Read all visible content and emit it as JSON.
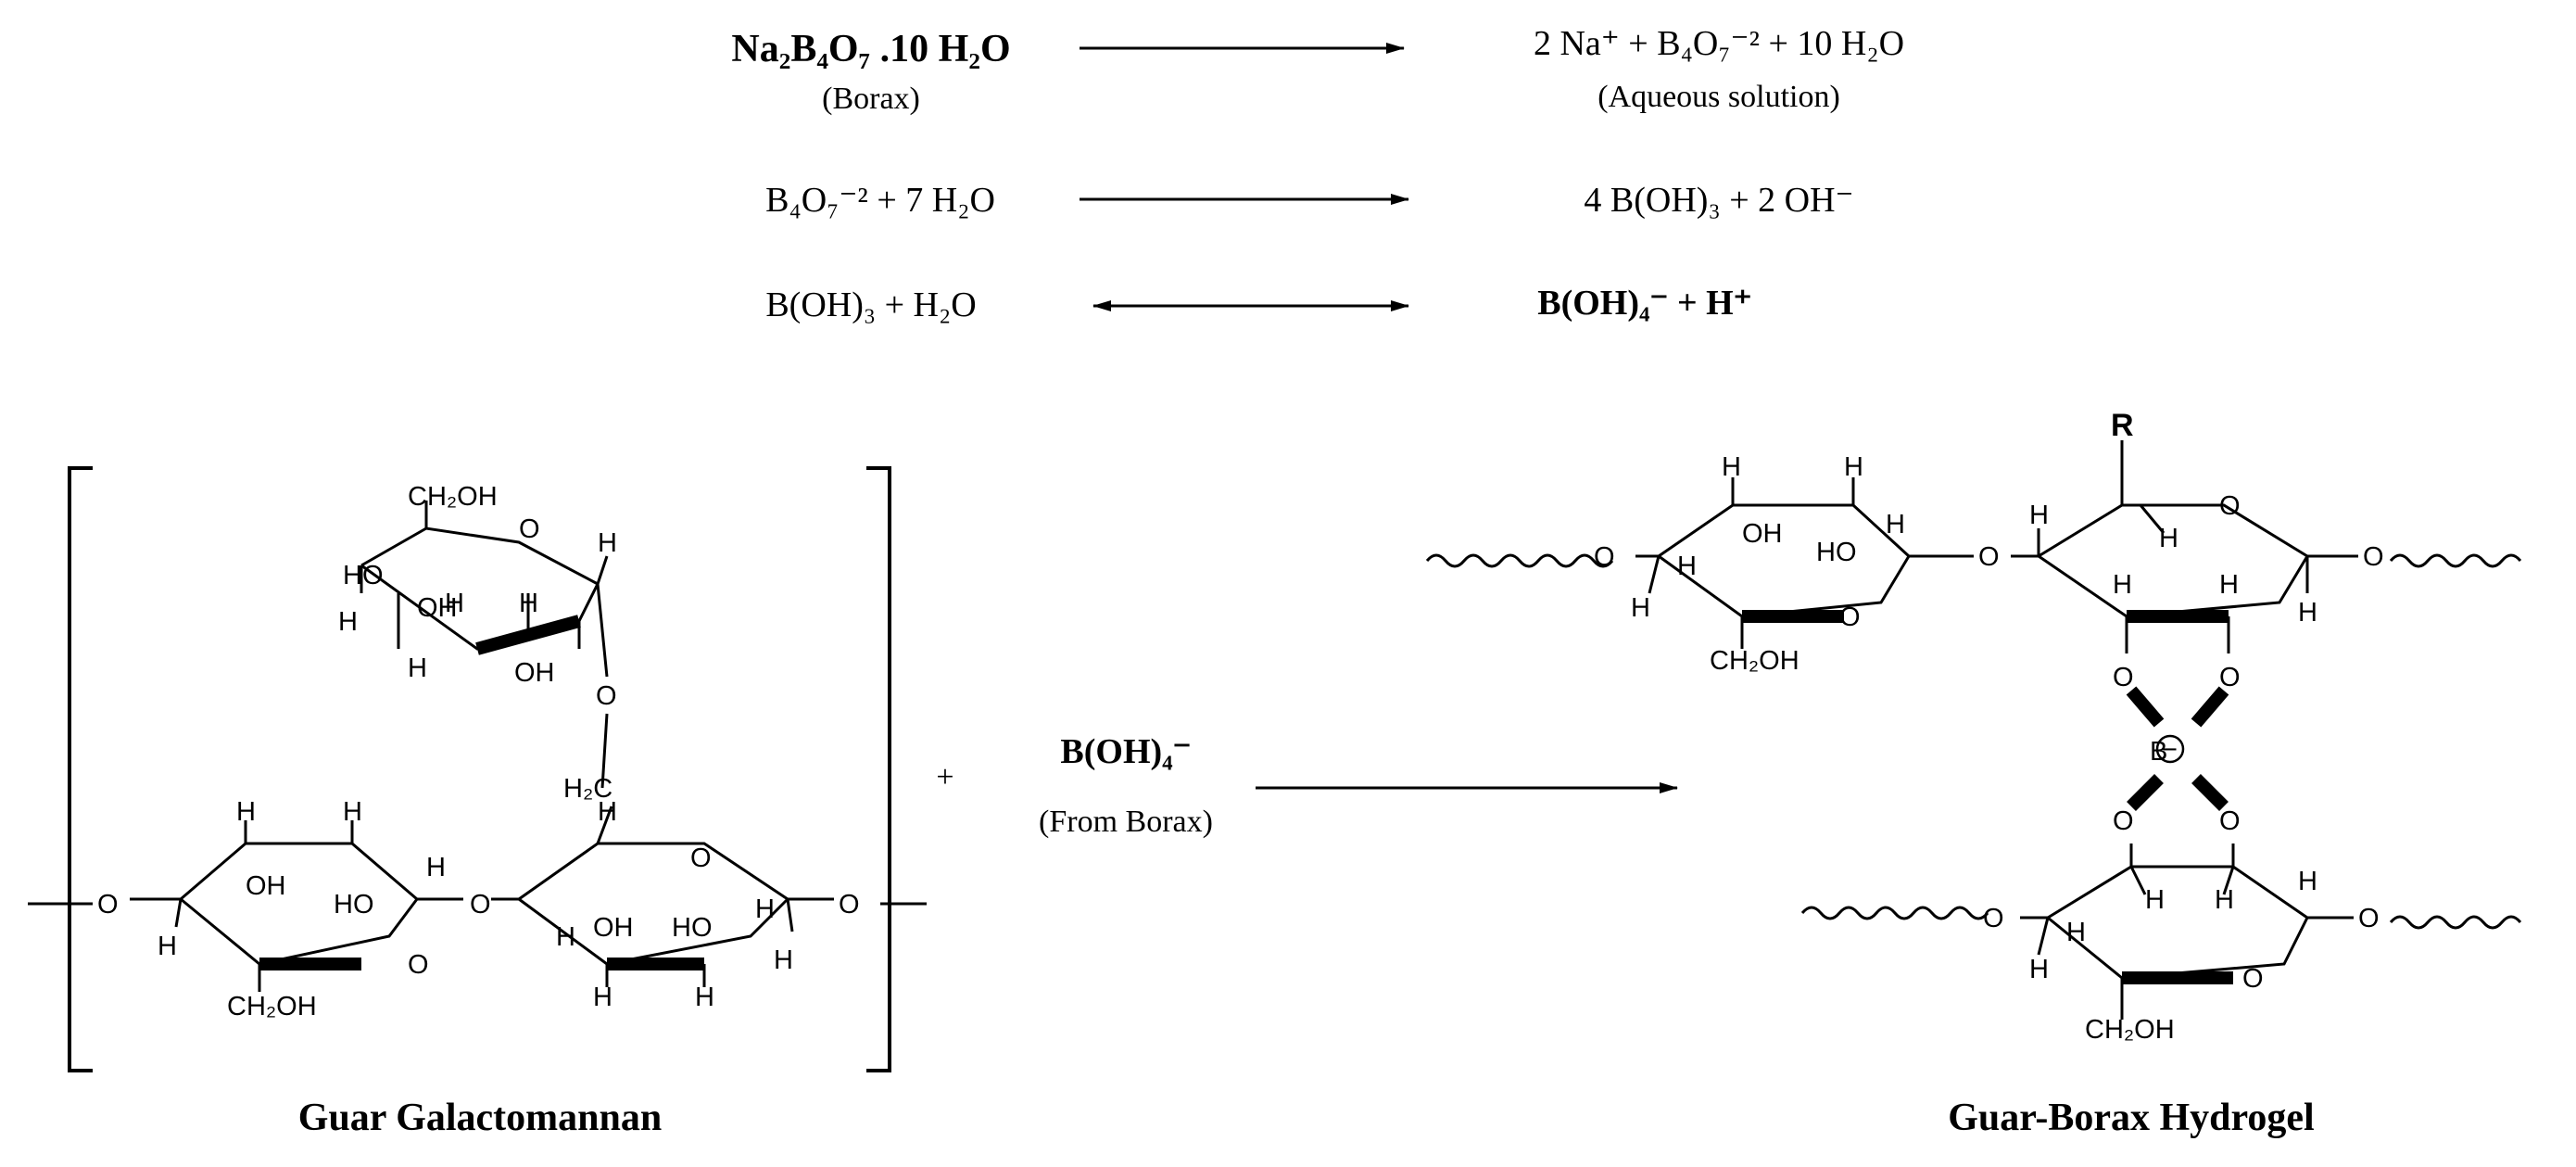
{
  "equations": {
    "eq1": {
      "left": "Na₂B₄O₇ .10 H₂O",
      "left_label": "(Borax)",
      "right": "2 Na⁺ + B₄O₇⁻² + 10 H₂O",
      "right_label": "(Aqueous solution)"
    },
    "eq2": {
      "left": "B₄O₇⁻² + 7 H₂O",
      "right": "4 B(OH)₃ + 2 OH⁻"
    },
    "eq3": {
      "left": "B(OH)₃ + H₂O",
      "right": "B(OH)₄⁻ + H⁺"
    }
  },
  "reaction": {
    "plus": "+",
    "reagent": "B(OH)₄⁻",
    "reagent_source": "(From Borax)"
  },
  "structures": {
    "reactant_name": "Guar Galactomannan",
    "product_name": "Guar-Borax Hydrogel",
    "atom_labels": {
      "H": "H",
      "O": "O",
      "OH": "OH",
      "HO": "HO",
      "CH2OH": "CH₂OH",
      "H2C": "H₂C",
      "B": "B",
      "R": "R",
      "minus": "−"
    }
  }
}
